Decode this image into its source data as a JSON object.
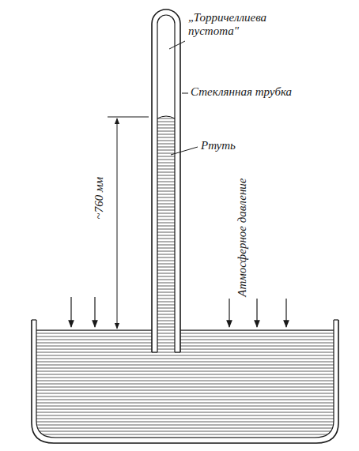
{
  "diagram": {
    "labels": [
      "„Торричеллиева пустота\"",
      "Стеклянная трубка",
      "Ртуть",
      "~760 мм",
      "Атмосферное давление"
    ]
  }
}
